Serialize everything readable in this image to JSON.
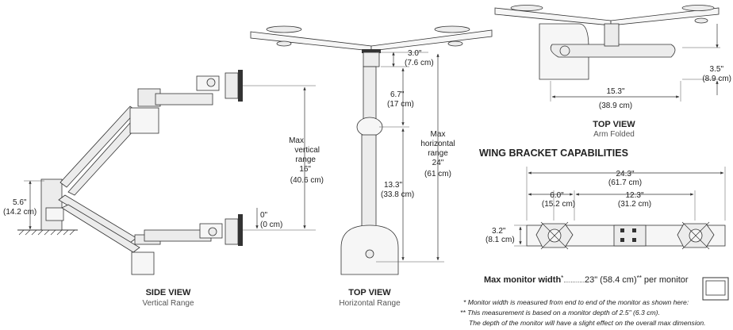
{
  "side_view": {
    "title": "SIDE VIEW",
    "subtitle": "Vertical Range",
    "desk_height": [
      "5.6\"",
      "(14.2 cm)"
    ],
    "max_vertical": [
      "Max",
      "vertical",
      "range",
      "16\"",
      "(40.6 cm)"
    ],
    "zero": [
      "0\"",
      "(0 cm)"
    ]
  },
  "top_view_horizontal": {
    "title": "TOP VIEW",
    "subtitle": "Horizontal Range",
    "dim_a": [
      "3.0\"",
      "(7.6 cm)"
    ],
    "dim_b": [
      "6.7\"",
      "(17 cm)"
    ],
    "dim_c": [
      "13.3\"",
      "(33.8 cm)"
    ],
    "max_horizontal": [
      "Max",
      "horizontal",
      "range",
      "24\"",
      "(61 cm)"
    ]
  },
  "top_view_folded": {
    "title": "TOP VIEW",
    "subtitle": "Arm Folded",
    "width": [
      "15.3\"",
      "(38.9 cm)"
    ],
    "depth": [
      "3.5\"",
      "(8.9 cm)"
    ]
  },
  "wing_bracket": {
    "heading": "WING BRACKET CAPABILITIES",
    "overall": [
      "24.3\"",
      "(61.7 cm)"
    ],
    "left_offset": [
      "6.0\"",
      "(15.2 cm)"
    ],
    "center": [
      "12.3\"",
      "(31.2 cm)"
    ],
    "height": [
      "3.2\"",
      "(8.1 cm)"
    ]
  },
  "max_monitor": {
    "label": "Max monitor width",
    "mark": "*",
    "leader": "............",
    "value": "23\" (58.4 cm)",
    "value_mark": "**",
    "suffix": " per monitor"
  },
  "footnotes": [
    "*  Monitor width is measured from end to end of the monitor as shown here:",
    "**  This measurement is based on a monitor depth of 2.5\" (6.3 cm).",
    "The depth of the monitor will have a slight effect on the overall max dimension."
  ]
}
